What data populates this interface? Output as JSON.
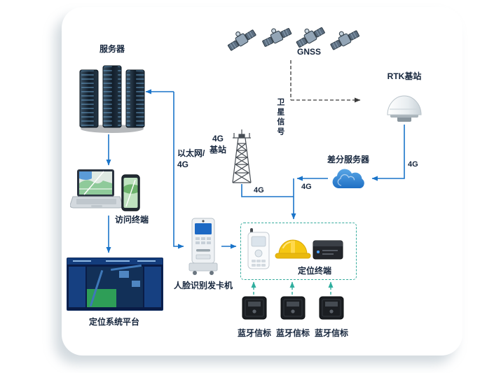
{
  "nodes": {
    "server": {
      "label": "服务器"
    },
    "gnss": {
      "label": "GNSS"
    },
    "rtk_base": {
      "label": "RTK基站"
    },
    "base_4g": {
      "label": "4G\n基站"
    },
    "diff_server": {
      "label": "差分服务器"
    },
    "access_terminal": {
      "label": "访问终端"
    },
    "face_card_machine": {
      "label": "人脸识别发卡机"
    },
    "positioning_terminal": {
      "label": "定位终端"
    },
    "platform": {
      "label": "定位系统平台"
    },
    "beacons": [
      {
        "label": "蓝牙信标"
      },
      {
        "label": "蓝牙信标"
      },
      {
        "label": "蓝牙信标"
      }
    ]
  },
  "links": {
    "satellite_signal": {
      "label": "卫星信号"
    },
    "ethernet_4g": {
      "label": "以太网/\n4G"
    },
    "rtk_down_4g": {
      "label": "4G"
    },
    "cloud_left_4g": {
      "label": "4G"
    },
    "tower_4g": {
      "label": "4G"
    }
  },
  "colors": {
    "arrow_blue": "#1a74c9",
    "dashed_black": "#3a3a3a",
    "dashed_teal": "#2fae9e",
    "helmet_yellow": "#f5c713",
    "cloud_blue": "#2a7fd0",
    "card_top_right": "#55b0e4"
  }
}
